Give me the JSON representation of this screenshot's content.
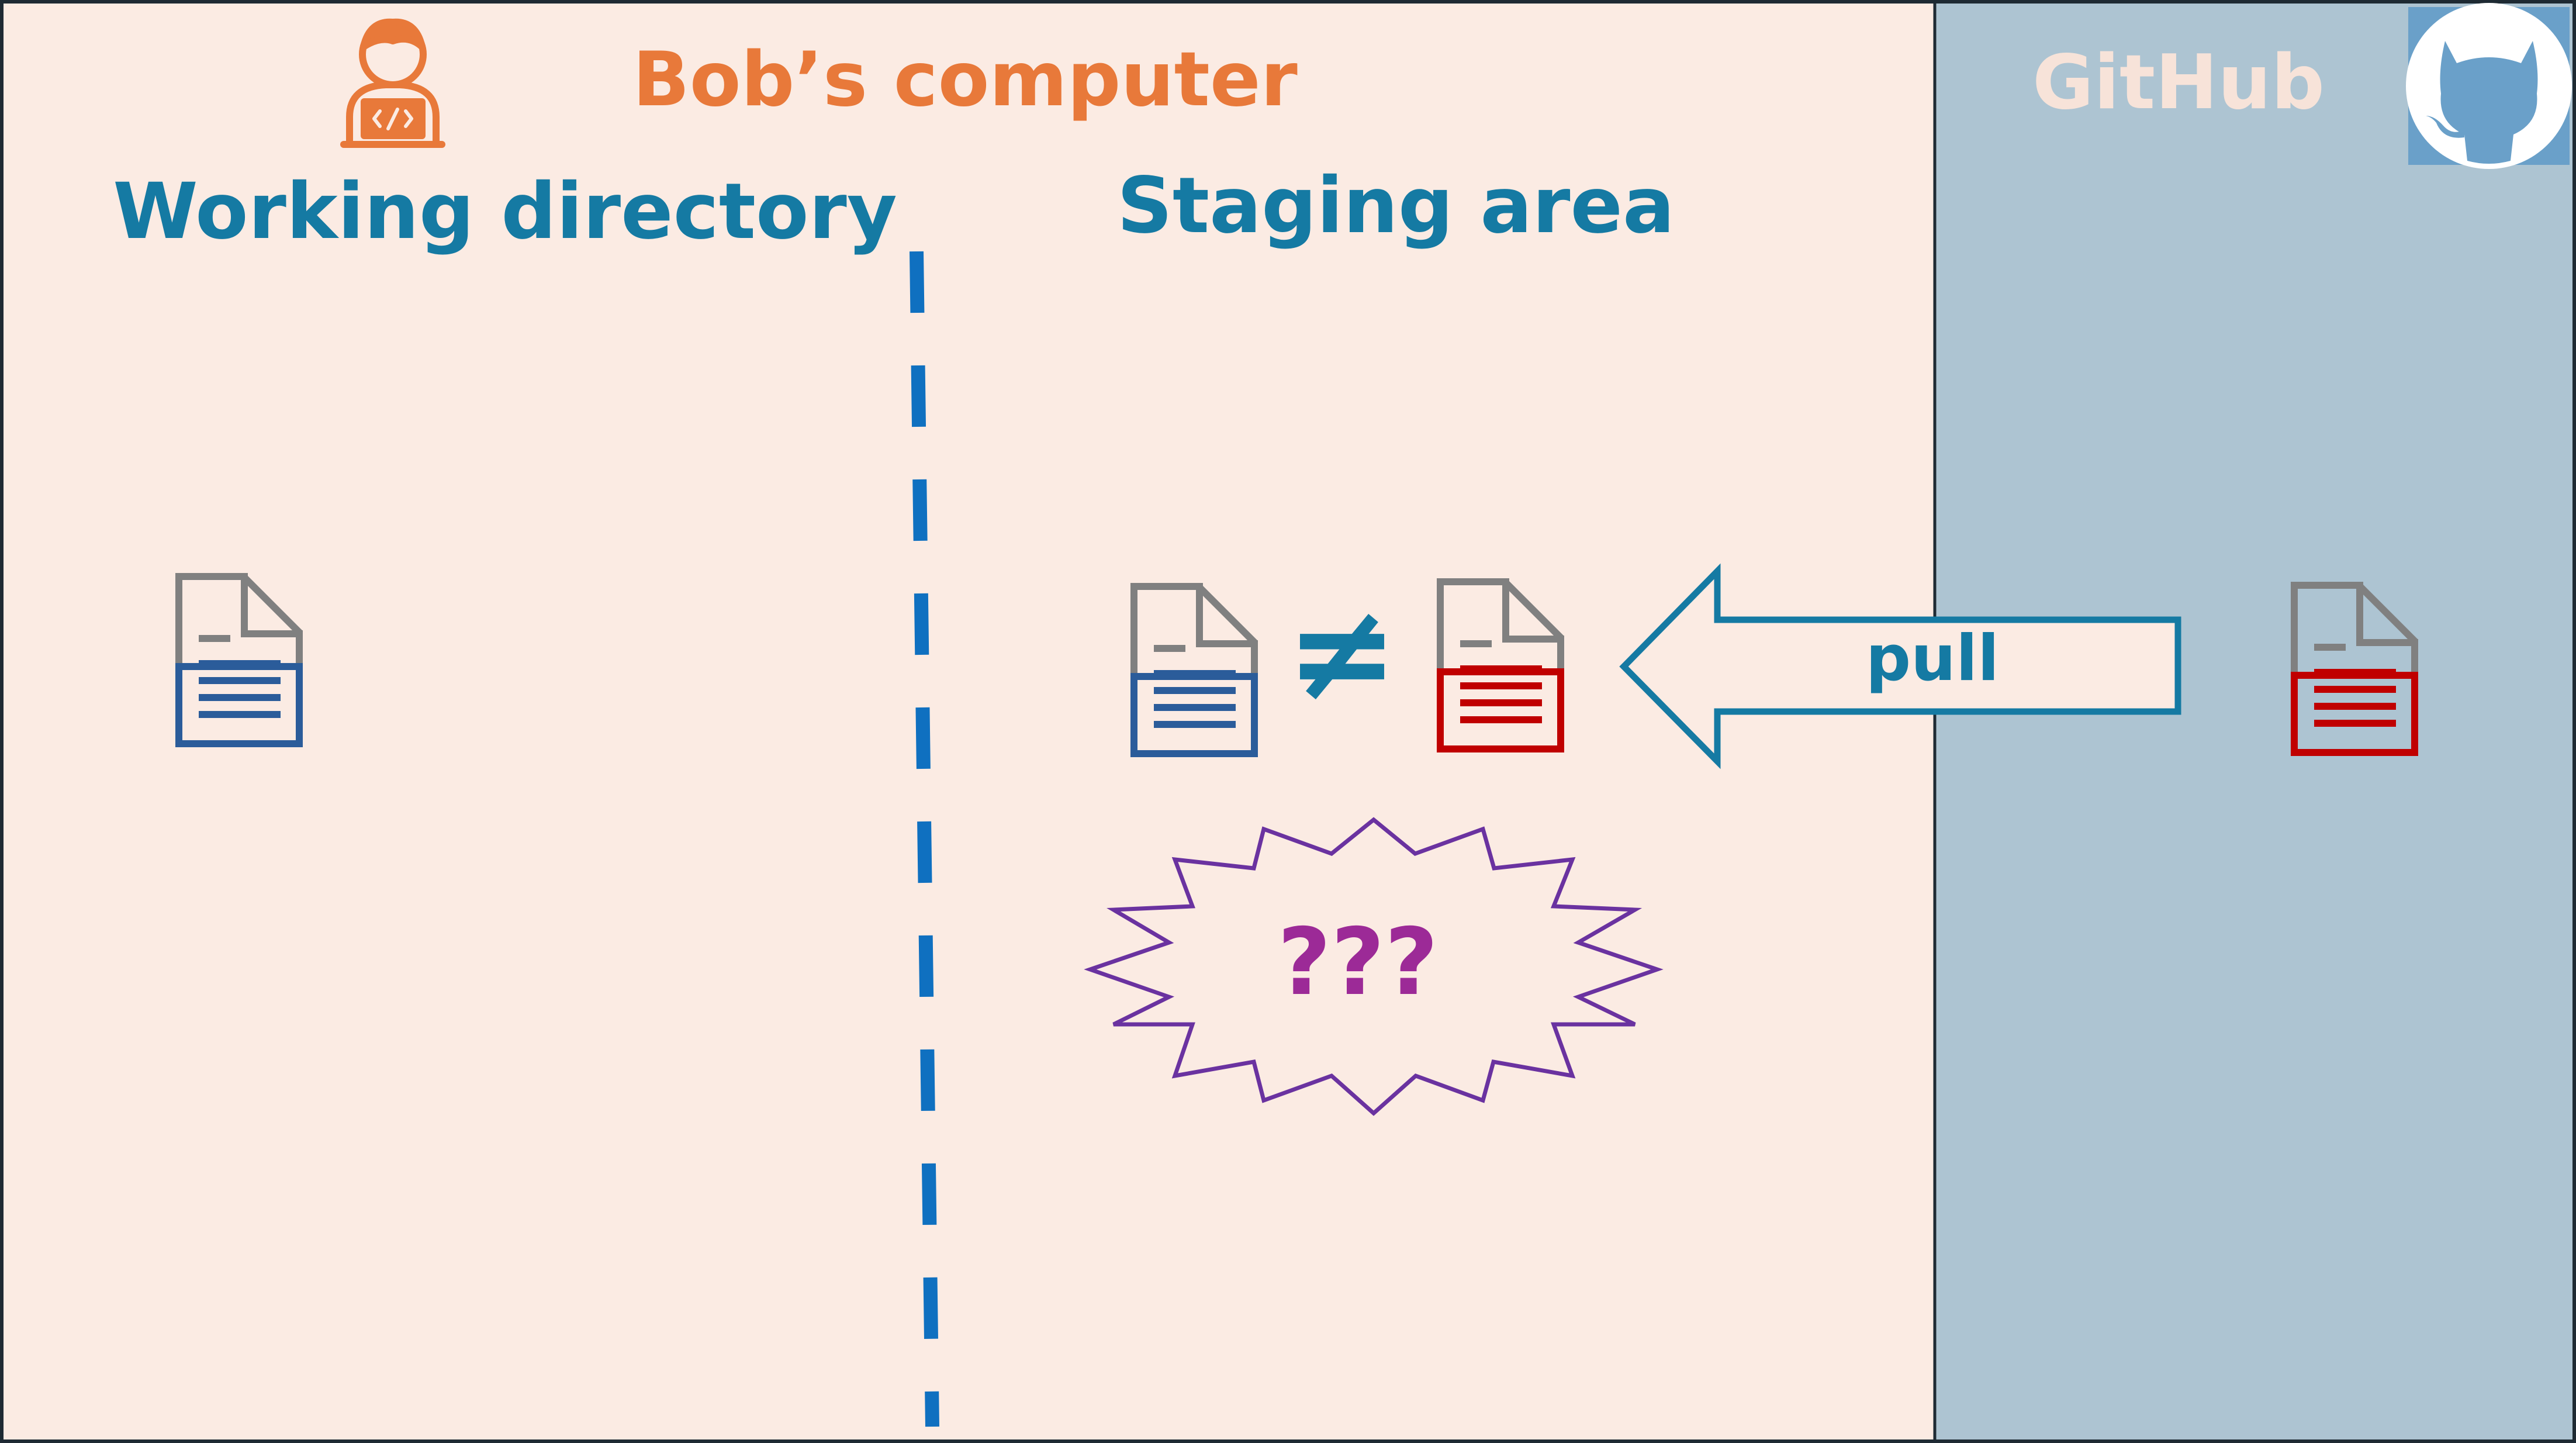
{
  "local_panel": {
    "title": "Bob’s computer",
    "title_color": "#e8793a",
    "background": "#fbebe3",
    "working_directory_label": "Working directory",
    "staging_area_label": "Staging area",
    "heading_color": "#157aa3",
    "divider_color": "#0f70c0",
    "user_icon": "developer-with-laptop-icon"
  },
  "remote_panel": {
    "title": "GitHub",
    "title_color": "#f7e3d9",
    "background": "#adc4d2",
    "logo_icon": "github-octocat-icon"
  },
  "arrow": {
    "label": "pull",
    "label_color": "#157aa3",
    "outline_color": "#157aa3"
  },
  "not_equal_symbol": "≠",
  "explosion": {
    "label": "???",
    "label_color": "#9c2a97",
    "outline_color": "#6a32a0"
  },
  "files": {
    "local_color": "#2b5c9a",
    "remote_color": "#c00000",
    "corner_color": "#808080"
  }
}
